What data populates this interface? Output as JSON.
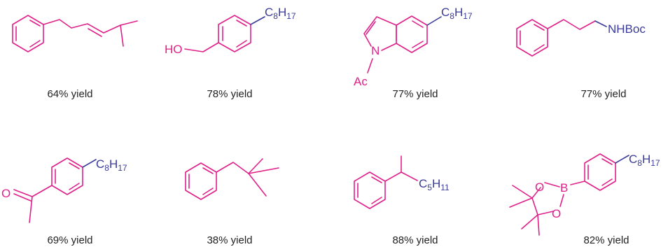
{
  "compounds": [
    {
      "id": "c1",
      "yield": "64% yield"
    },
    {
      "id": "c2",
      "yield": "78% yield",
      "left_label": "HO",
      "right_label": {
        "main": "C",
        "s1": "8",
        "mid": "H",
        "s2": "17"
      }
    },
    {
      "id": "c3",
      "yield": "77% yield",
      "n_label": "N",
      "ac_label": "Ac",
      "right_label": {
        "main": "C",
        "s1": "8",
        "mid": "H",
        "s2": "17"
      }
    },
    {
      "id": "c4",
      "yield": "77% yield",
      "right_label": "NHBoc"
    },
    {
      "id": "c5",
      "yield": "69% yield",
      "o_label": "O",
      "right_label": {
        "main": "C",
        "s1": "8",
        "mid": "H",
        "s2": "17"
      }
    },
    {
      "id": "c6",
      "yield": "38% yield"
    },
    {
      "id": "c7",
      "yield": "88% yield",
      "right_label": {
        "main": "C",
        "s1": "5",
        "mid": "H",
        "s2": "11"
      }
    },
    {
      "id": "c8",
      "yield": "82% yield",
      "o1_label": "O",
      "b_label": "B",
      "o2_label": "O",
      "right_label": {
        "main": "C",
        "s1": "8",
        "mid": "H",
        "s2": "17"
      }
    }
  ]
}
